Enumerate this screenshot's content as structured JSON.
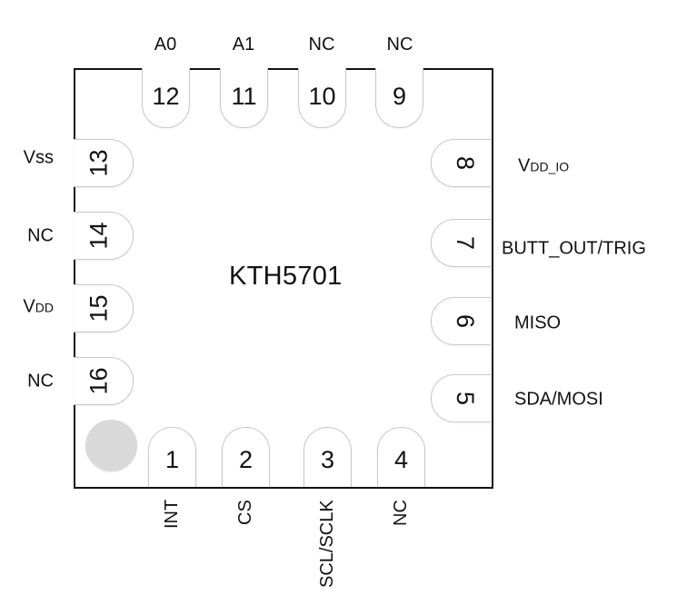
{
  "chip": {
    "name": "KTH5701",
    "pin1_marker_color": "#d9d9d9"
  },
  "pins": {
    "top": [
      {
        "number": "12",
        "label": "A0"
      },
      {
        "number": "11",
        "label": "A1"
      },
      {
        "number": "10",
        "label": "NC"
      },
      {
        "number": "9",
        "label": "NC"
      }
    ],
    "right": [
      {
        "number": "8",
        "label_main": "V",
        "label_sub": "DD_IO"
      },
      {
        "number": "7",
        "label_main": "BUTT_OUT/TRIG",
        "label_sub": ""
      },
      {
        "number": "6",
        "label_main": "MISO",
        "label_sub": ""
      },
      {
        "number": "5",
        "label_main": "SDA/MOSI",
        "label_sub": ""
      }
    ],
    "left": [
      {
        "number": "13",
        "label_main": "Vss",
        "label_sub": ""
      },
      {
        "number": "14",
        "label_main": "NC",
        "label_sub": ""
      },
      {
        "number": "15",
        "label_main": "V",
        "label_sub": "DD"
      },
      {
        "number": "16",
        "label_main": "NC",
        "label_sub": ""
      }
    ],
    "bottom": [
      {
        "number": "1",
        "label": "INT"
      },
      {
        "number": "2",
        "label": "CS"
      },
      {
        "number": "3",
        "label": "SCL/SCLK"
      },
      {
        "number": "4",
        "label": "NC"
      }
    ]
  }
}
